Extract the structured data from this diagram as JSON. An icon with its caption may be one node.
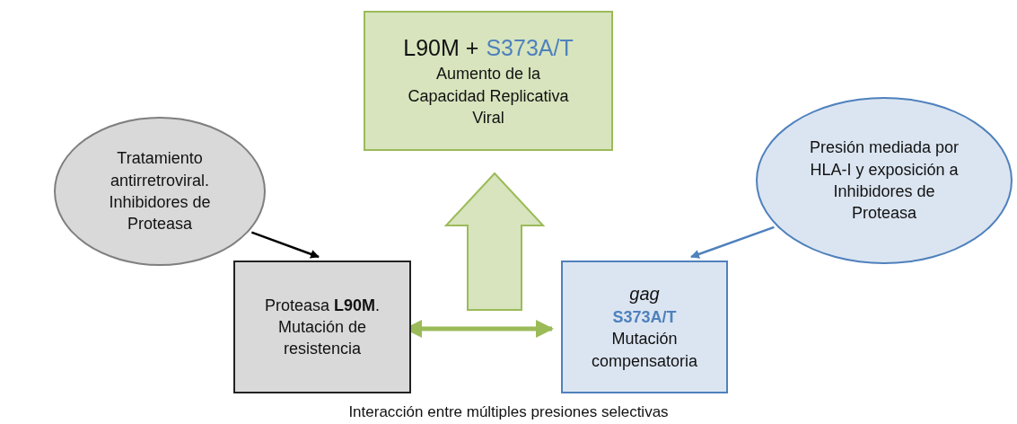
{
  "diagram": {
    "caption": "Interacción entre múltiples presiones selectivas",
    "nodes": [
      {
        "text": [
          "L90M +",
          "S373A/T",
          "Aumento de la Capacidad Replicativa Viral"
        ]
      },
      {
        "text": [
          "Tratamiento antirretroviral. Inhibidores de Proteasa"
        ]
      },
      {
        "text": [
          "Presión mediada por HLA-I y exposición a Inhibidores de Proteasa"
        ]
      },
      {
        "text": [
          "Proteasa **L90M**. Mutación de resistencia"
        ]
      },
      {
        "text": [
          "gag",
          "S373A/T",
          "Mutación compensatoria"
        ]
      }
    ],
    "edges": [
      {
        "from": 1,
        "to": 3,
        "arrow": "to",
        "color": "#000000"
      },
      {
        "from": 2,
        "to": 4,
        "arrow": "to",
        "color": "#4f81bd"
      },
      {
        "from": 3,
        "to": 4,
        "arrow": "both",
        "style": "thick",
        "color": "#9bbb59"
      },
      {
        "from": null,
        "to": 0,
        "arrow": "to",
        "style": "thick",
        "color": "#9bbb59"
      }
    ]
  }
}
